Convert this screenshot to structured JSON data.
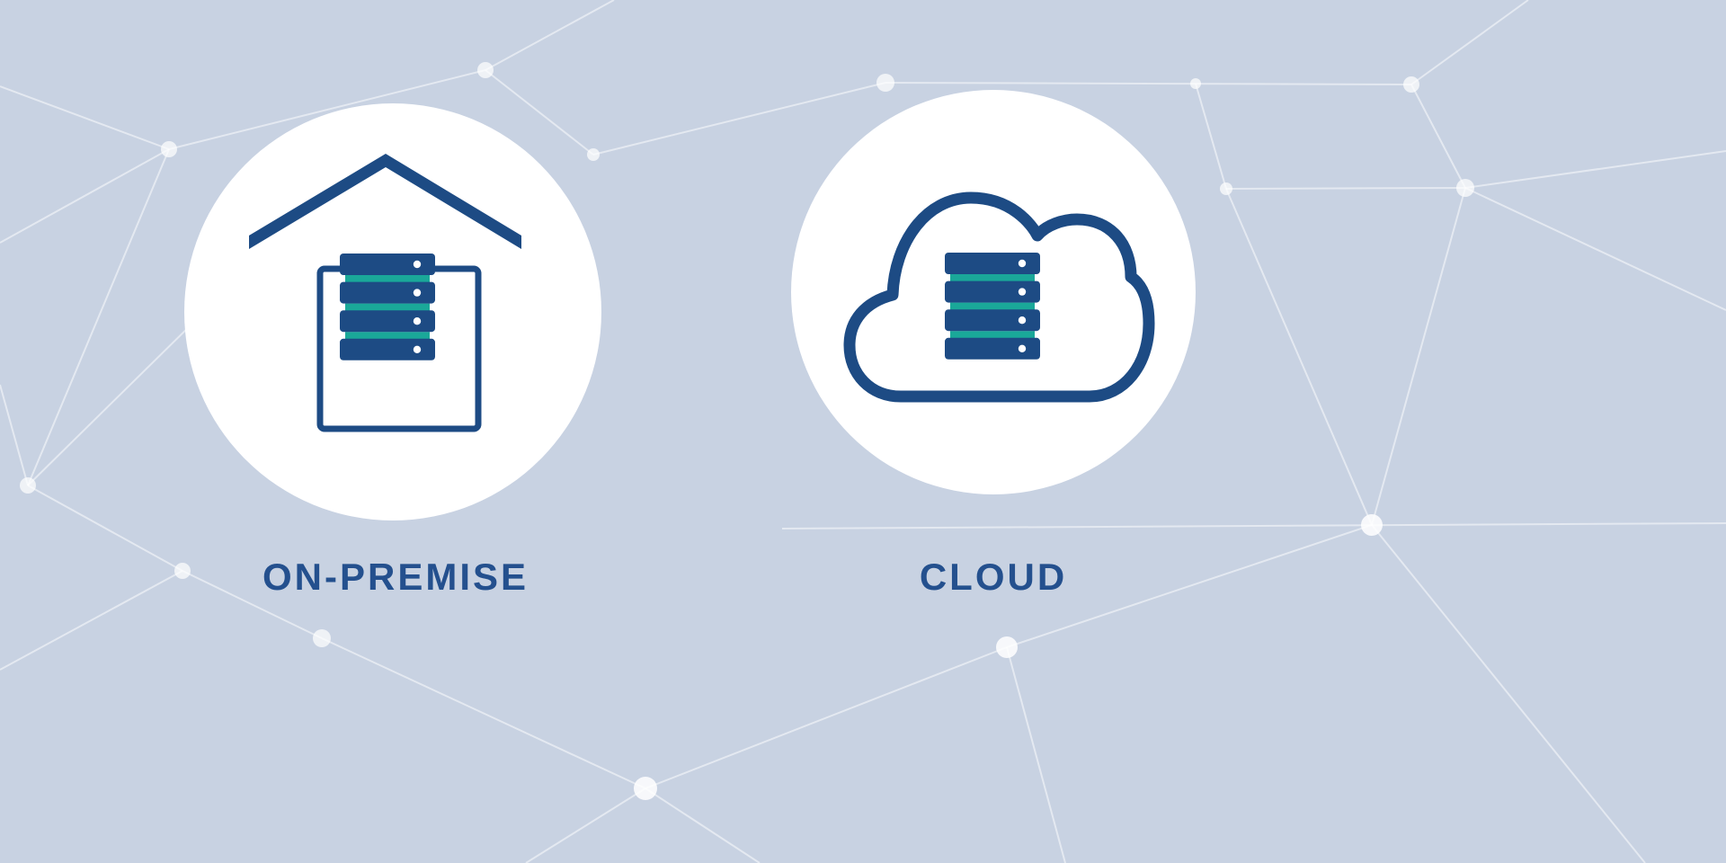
{
  "illustration": {
    "title": "On-Premise vs Cloud infrastructure illustration",
    "panels": [
      {
        "id": "on-premise",
        "label": "ON-PREMISE",
        "icon": "house-server-icon"
      },
      {
        "id": "cloud",
        "label": "CLOUD",
        "icon": "cloud-server-icon"
      }
    ]
  },
  "colors": {
    "background": "#c8d2e2",
    "navy": "#1d4b84",
    "teal": "#1aa899",
    "label_text": "#24508e",
    "circle_fill": "#ffffff",
    "mesh_line": "#ffffff"
  }
}
